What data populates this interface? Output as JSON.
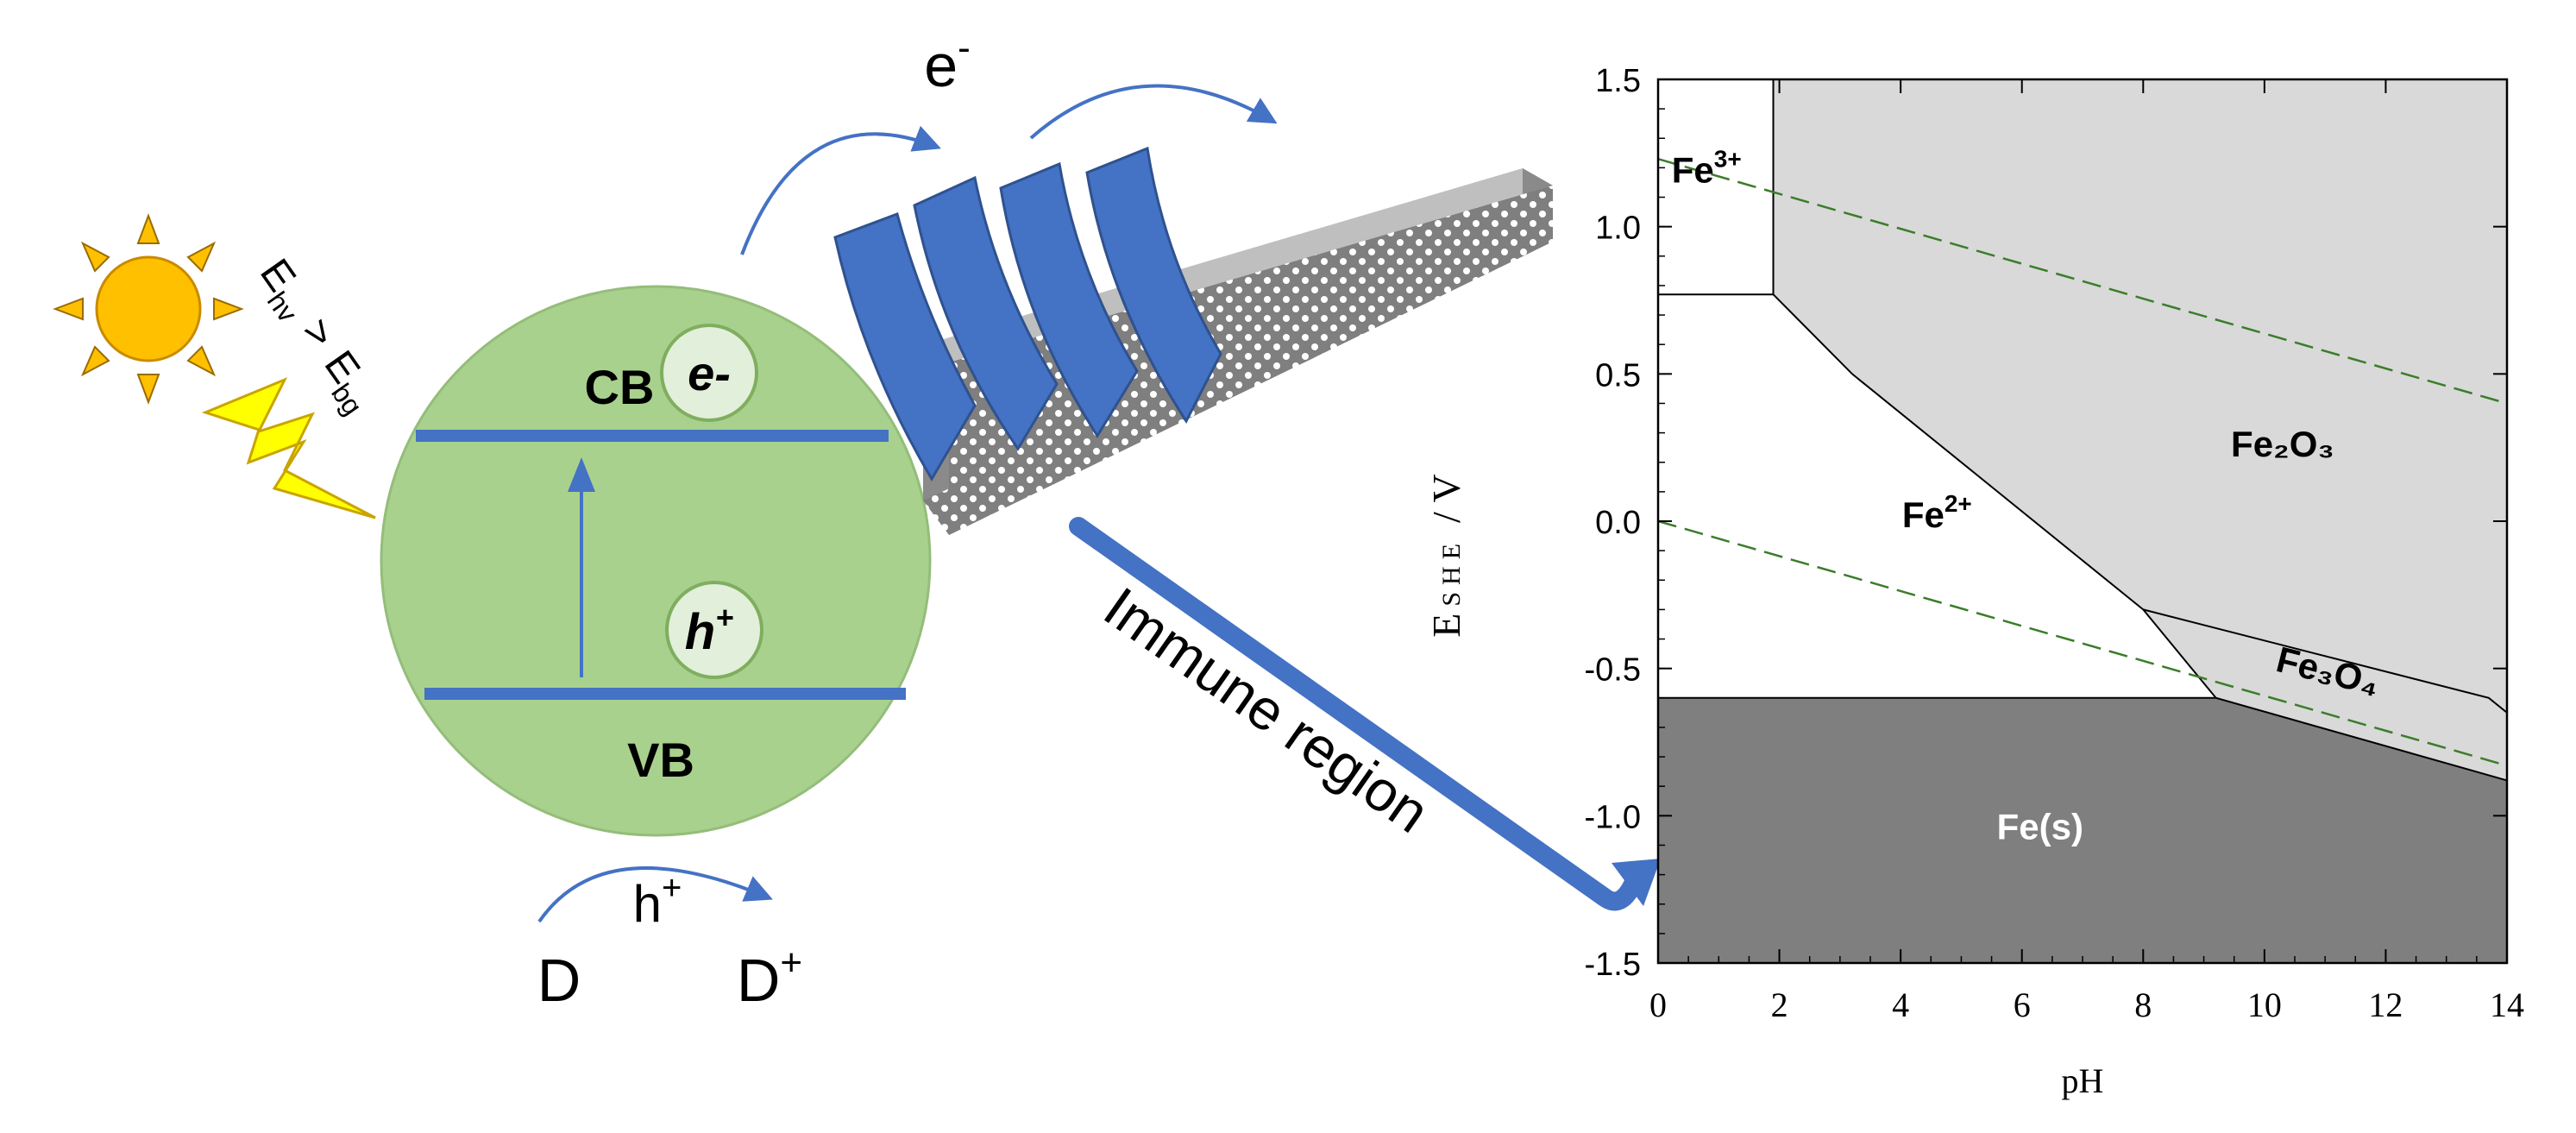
{
  "photocatalyst": {
    "energy_left": "E",
    "energy_left_sub": "hv",
    "compare": ">",
    "energy_right": "E",
    "energy_right_sub": "bg",
    "cb_label": "CB",
    "vb_label": "VB",
    "electron_label": "e-",
    "hole_label": "h",
    "hole_sup": "+",
    "electron_top": "e",
    "electron_top_sup": "-",
    "hole_bottom": "h",
    "hole_bottom_sup": "+",
    "donor": "D",
    "donor_oxidized": "D",
    "donor_oxidized_sup": "+",
    "arrow_text": "Immune region"
  },
  "colors": {
    "sphere": "#a9d18e",
    "band": "#4472c4",
    "arrow": "#4472c4",
    "sun": "#ffc000",
    "bolt": "#ffff00",
    "spiral": "#4472c4",
    "immune_fill": "#7f7f7f",
    "passive_fill": "#d9d9d9",
    "water_line": "#3a7d2a"
  },
  "chart_data": {
    "type": "pourbaix",
    "xlabel": "pH",
    "ylabel_main": "E",
    "ylabel_sub": "SHE",
    "ylabel_unit": "/ V",
    "xlim": [
      0,
      14
    ],
    "ylim": [
      -1.5,
      1.5
    ],
    "xticks": [
      0,
      2,
      4,
      6,
      8,
      10,
      12,
      14
    ],
    "yticks": [
      1.5,
      1.0,
      0.5,
      0.0,
      -0.5,
      -1.0,
      -1.5
    ],
    "ytick_labels": [
      "1.5",
      "1.0",
      "0.5",
      "0.0",
      "-0.5",
      "-1.0",
      "-1.5"
    ],
    "regions": [
      {
        "name": "Fe3+",
        "label": "Fe",
        "label_sup": "3+",
        "label_at": [
          0.8,
          1.15
        ]
      },
      {
        "name": "Fe2+",
        "label": "Fe",
        "label_sup": "2+",
        "label_at": [
          4.6,
          -0.02
        ]
      },
      {
        "name": "Fe2O3",
        "label": "Fe₂O₃",
        "label_at": [
          10.3,
          0.22
        ]
      },
      {
        "name": "Fe3O4",
        "label": "Fe₃O₄",
        "label_at": [
          11.0,
          -0.55
        ]
      },
      {
        "name": "Fe(s)",
        "label": "Fe(s)",
        "label_at": [
          6.3,
          -1.08
        ]
      }
    ],
    "boundaries": {
      "fe3_fe2": {
        "points": [
          [
            0,
            0.77
          ],
          [
            1.9,
            0.77
          ]
        ]
      },
      "fe3_fe2o3": {
        "points": [
          [
            1.9,
            1.5
          ],
          [
            1.9,
            0.77
          ]
        ]
      },
      "fe2_fe2o3": {
        "points": [
          [
            1.9,
            0.77
          ],
          [
            3.2,
            0.5
          ],
          [
            8.0,
            -0.3
          ]
        ]
      },
      "fe2_fe3o4": {
        "points": [
          [
            8.0,
            -0.3
          ],
          [
            9.2,
            -0.6
          ]
        ]
      },
      "fe2o3_fe3o4": {
        "points": [
          [
            8.0,
            -0.3
          ],
          [
            13.7,
            -0.6
          ],
          [
            14.0,
            -0.65
          ]
        ]
      },
      "fe_upper": {
        "points": [
          [
            0,
            -0.6
          ],
          [
            9.2,
            -0.6
          ],
          [
            14.0,
            -0.88
          ]
        ]
      },
      "water_upper": {
        "points": [
          [
            0,
            1.23
          ],
          [
            14,
            0.4
          ]
        ]
      },
      "water_lower": {
        "points": [
          [
            0,
            0.0
          ],
          [
            14,
            -0.83
          ]
        ]
      }
    }
  }
}
